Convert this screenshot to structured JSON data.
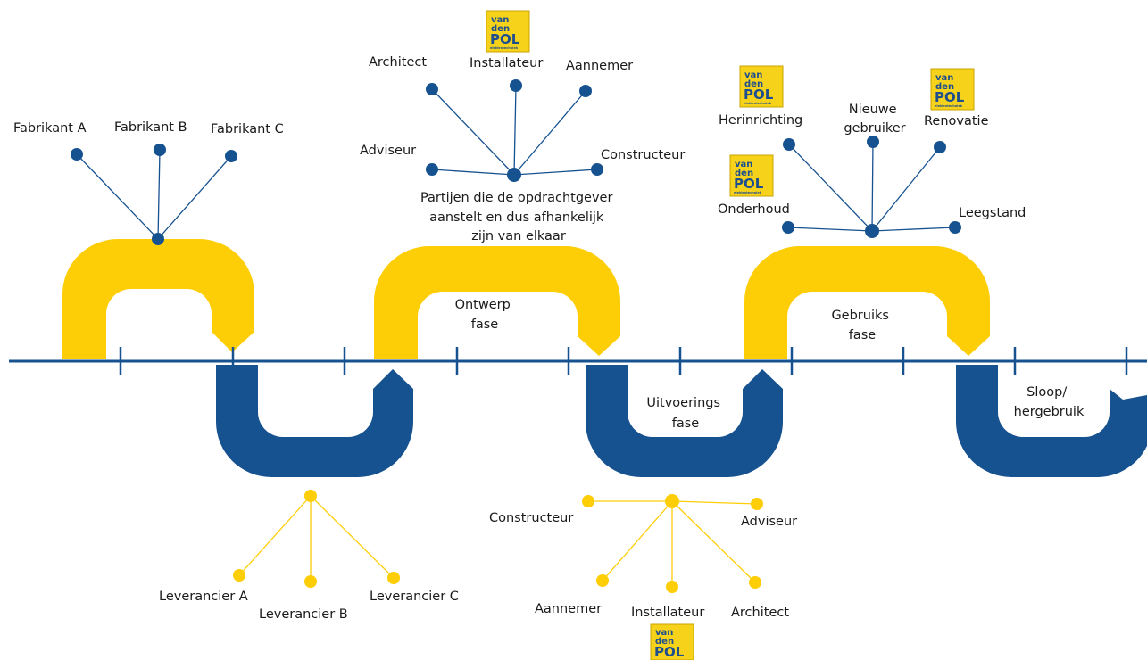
{
  "colors": {
    "navy": "#175290",
    "yellow": "#fdcd05",
    "line_blue": "#175290",
    "line_yellow": "#fdcd05",
    "logo_bg": "#f7d21a",
    "logo_text": "#1d4e8f"
  },
  "logo": {
    "line1": "van",
    "line2": "den",
    "line3": "POL",
    "line4": "elektrotechniek"
  },
  "phases": {
    "ontwerp": [
      "Ontwerp",
      "fase"
    ],
    "uitvoering": [
      "Uitvoerings",
      "fase"
    ],
    "gebruik": [
      "Gebruiks",
      "fase"
    ],
    "sloop": [
      "Sloop/",
      "hergebruik"
    ]
  },
  "clusters": {
    "fabrikanten": {
      "items": [
        "Fabrikant A",
        "Fabrikant B",
        "Fabrikant C"
      ]
    },
    "leveranciers": {
      "items": [
        "Leverancier A",
        "Leverancier B",
        "Leverancier C"
      ]
    },
    "ontwerp_partijen": {
      "items": [
        "Architect",
        "Installateur",
        "Aannemer",
        "Adviseur",
        "Constructeur"
      ],
      "caption": [
        "Partijen die de opdrachtgever",
        "aanstelt en dus afhankelijk",
        "zijn van elkaar"
      ]
    },
    "uitvoering_partijen": {
      "items": [
        "Constructeur",
        "Adviseur",
        "Aannemer",
        "Installateur",
        "Architect"
      ]
    },
    "gebruik_partijen": {
      "items": [
        "Herinrichting",
        "Nieuwe",
        "gebruiker",
        "Renovatie",
        "Onderhoud",
        "Leegstand"
      ]
    }
  }
}
